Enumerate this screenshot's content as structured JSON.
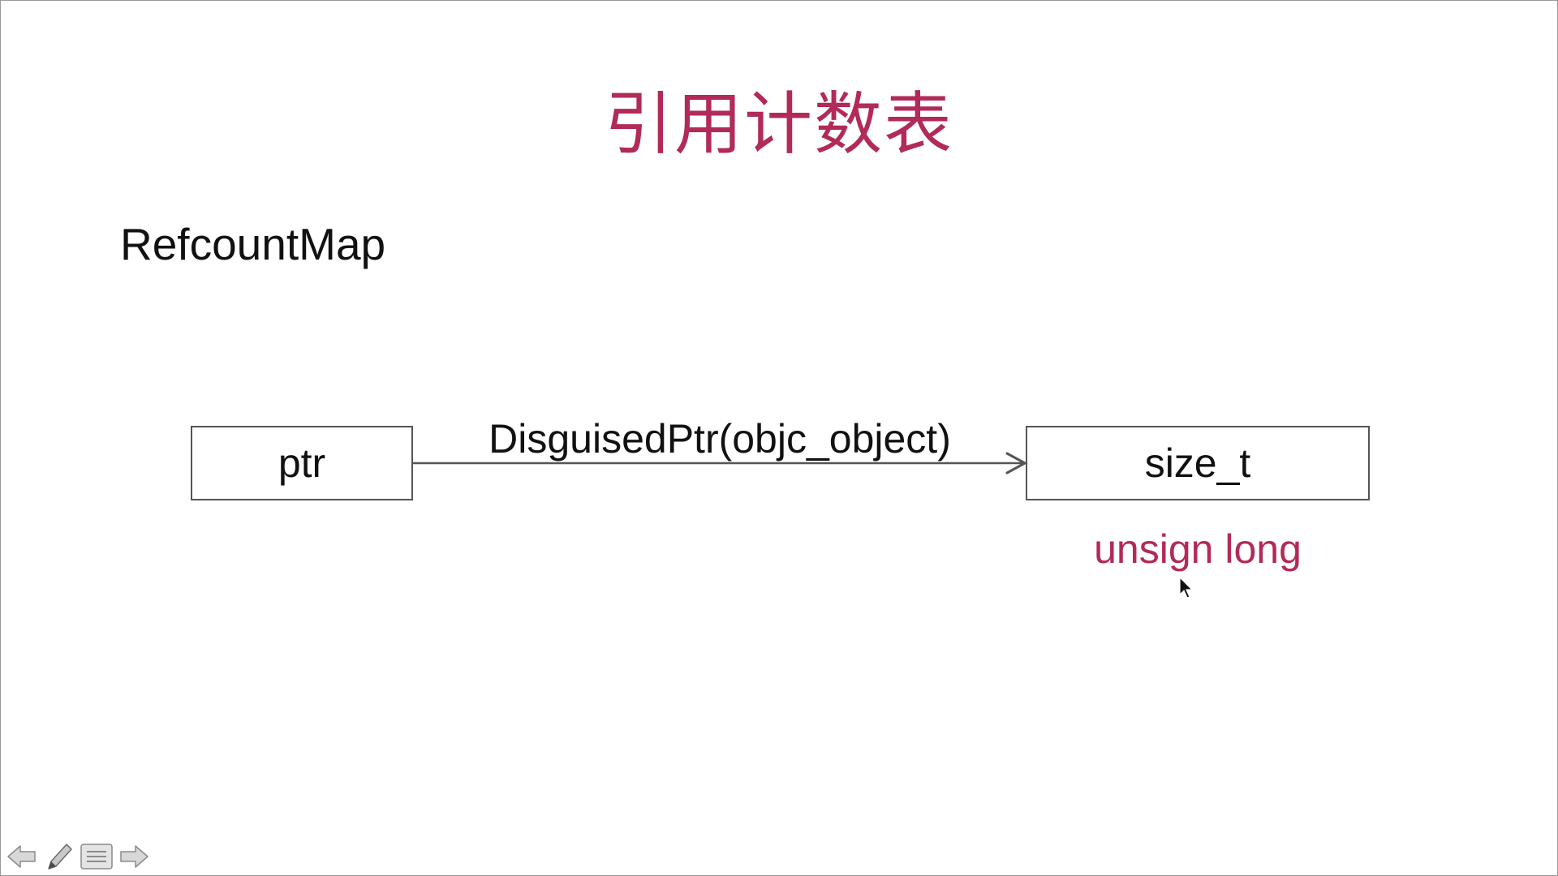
{
  "slide": {
    "title": "引用计数表",
    "subtitle": "RefcountMap"
  },
  "diagram": {
    "left_box": "ptr",
    "arrow_label": "DisguisedPtr(objc_object)",
    "right_box": "size_t",
    "annotation": "unsign long"
  },
  "controls": {
    "icons": [
      "arrow-left-icon",
      "pen-icon",
      "menu-icon",
      "arrow-right-icon"
    ]
  },
  "colors": {
    "accent": "#b22a5a",
    "text": "#111111",
    "box_border": "#555555",
    "arrow": "#555555"
  }
}
